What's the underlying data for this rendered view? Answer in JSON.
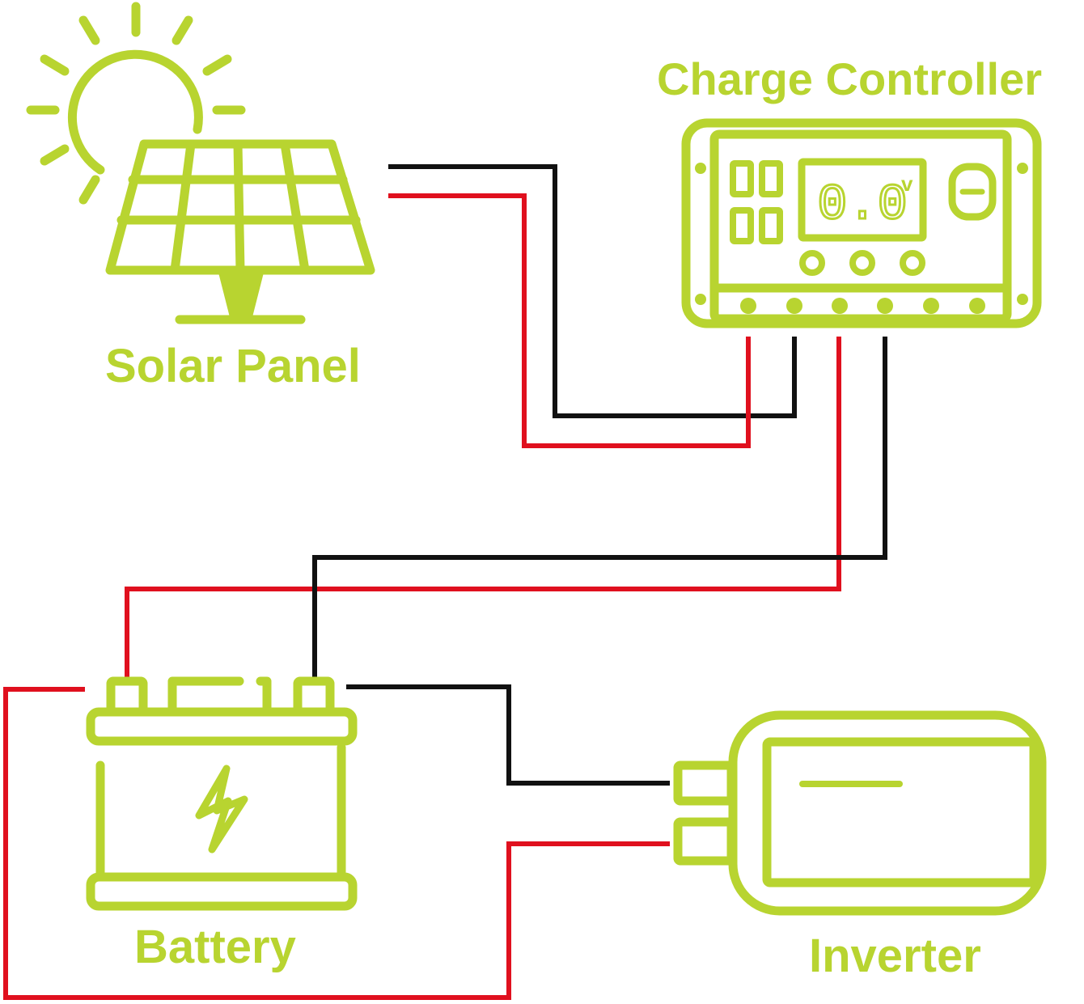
{
  "labels": {
    "solar_panel": "Solar Panel",
    "charge_controller": "Charge Controller",
    "battery": "Battery",
    "inverter": "Inverter"
  },
  "controller_display": {
    "reading": "0.0",
    "unit": "v"
  },
  "colors": {
    "accent": "#b8d430",
    "wire_positive": "#e0101e",
    "wire_negative": "#111111",
    "background": "#ffffff"
  },
  "icons": [
    "sun-icon",
    "solar-panel-icon",
    "charge-controller-icon",
    "battery-icon",
    "lightning-bolt-icon",
    "inverter-icon"
  ]
}
